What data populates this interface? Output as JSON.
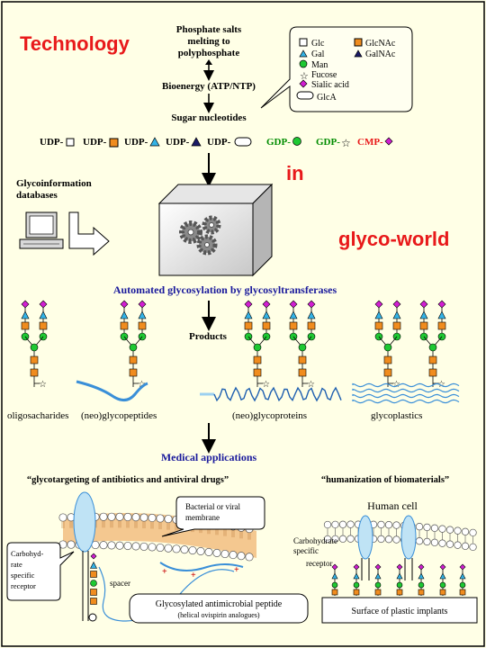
{
  "headings": {
    "technology": "Technology",
    "in": "in",
    "glyco_world": "glyco-world"
  },
  "pathway": {
    "step1_line1": "Phosphate salts",
    "step1_line2": "melting to",
    "step1_line3": "polyphosphate",
    "step2": "Bioenergy (ATP/NTP)",
    "step3": "Sugar nucleotides"
  },
  "legend": {
    "glc": "Glc",
    "glcnac": "GlcNAc",
    "gal": "Gal",
    "galnac": "GalNAc",
    "man": "Man",
    "fucose": "Fucose",
    "sialic": "Sialic acid",
    "glca": "GlcA"
  },
  "nucleotides": {
    "udp": "UDP-",
    "gdp": "GDP-",
    "cmp": "CMP-"
  },
  "glycoinfo_line1": "Glycoinformation",
  "glycoinfo_line2": "databases",
  "automated": "Automated glycosylation by glycosyltransferases",
  "products": "Products",
  "product_labels": {
    "oligo": "oligosacharides",
    "neopep": "(neo)glycopeptides",
    "neoprot": "(neo)glycoproteins",
    "plastics": "glycoplastics"
  },
  "medical": "Medical applications",
  "left_title": "“glycotargeting of antibiotics and antiviral drugs”",
  "right_title": "“humanization of biomaterials”",
  "membrane_line1": "Bacterial or viral",
  "membrane_line2": "membrane",
  "receptor_left": [
    "Carbohyd-",
    "rate",
    "specific",
    "receptor"
  ],
  "spacer": "spacer",
  "peptide_line1": "Glycosylated antimicrobial peptide",
  "peptide_line2": "(helical ovispirin analogues)",
  "human_cell": "Human cell",
  "receptor_right": [
    "Carbohydrate",
    "specific",
    "receptor"
  ],
  "implants": "Surface of plastic implants",
  "colors": {
    "accent_red": "#e8191a",
    "title_blue": "#1a1a9c",
    "glcnac": "#f08c1e",
    "gal": "#33b3e6",
    "galnac": "#1a1a66",
    "man": "#1ec832",
    "sialic": "#d21ed2",
    "gdp_green": "#008c00"
  }
}
